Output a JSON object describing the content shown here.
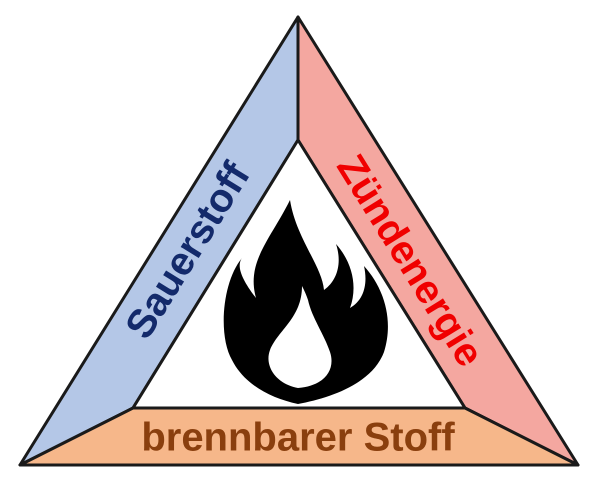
{
  "diagram": {
    "sides": {
      "left": {
        "label": "Sauerstoff",
        "fill_color": "#b4c7e7",
        "text_color": "#132a6b"
      },
      "right": {
        "label": "Zündenergie",
        "fill_color": "#f4a7a0",
        "text_color": "#f00000"
      },
      "bottom": {
        "label": "brennbarer Stoff",
        "fill_color": "#f6b78a",
        "text_color": "#8a3f0e"
      }
    },
    "center": {
      "icon": "flame-icon",
      "color": "#000000",
      "background": "#ffffff"
    }
  }
}
